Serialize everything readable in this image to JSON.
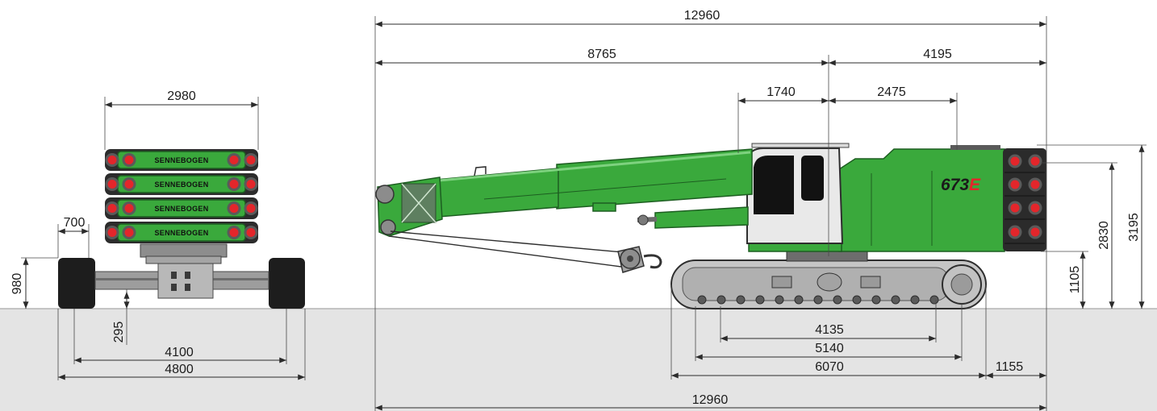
{
  "brand_plates": [
    "SENNEBOGEN",
    "SENNEBOGEN",
    "SENNEBOGEN",
    "SENNEBOGEN"
  ],
  "model_badge": {
    "number": "673",
    "letter": "E"
  },
  "dimensions": {
    "side_top_overall": "12960",
    "side_front": "8765",
    "side_rear": "4195",
    "side_cab": "1740",
    "side_hood": "2475",
    "front_counterweight_width": "2980",
    "front_track_width": "700",
    "front_height": "980",
    "front_clearance": "295",
    "front_gauge": "4100",
    "front_overall_width": "4800",
    "side_tumbler": "4135",
    "side_contact": "5140",
    "side_track_length": "6070",
    "side_tail": "1155",
    "side_bottom_overall": "12960",
    "side_counterweight_height": "1105",
    "side_superstructure_height": "2830",
    "side_overall_height": "3195"
  },
  "colors": {
    "machine_green": "#3aa93c",
    "machine_green_dark": "#1d5e21",
    "light_red": "#e3262b",
    "ground": "#e4e4e4"
  }
}
